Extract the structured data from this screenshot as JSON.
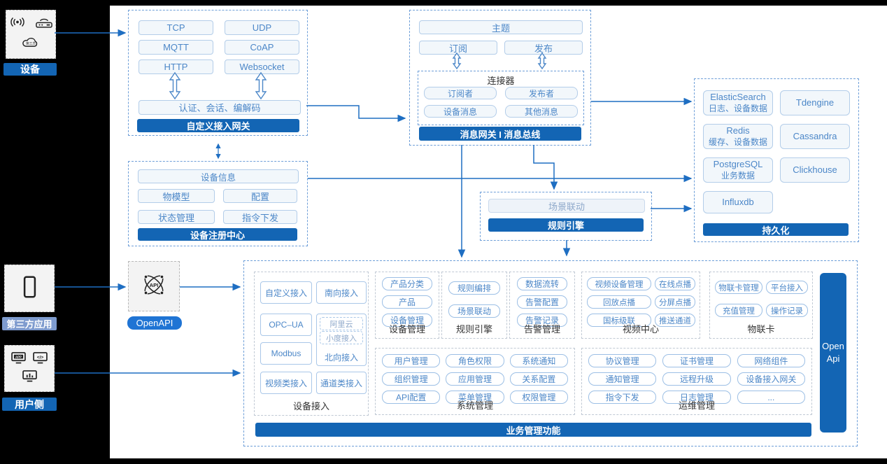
{
  "palette": {
    "accent": "#1365b4",
    "arrow": "#1e6ec2",
    "chip_text": "#4c87c8"
  },
  "left_rail": {
    "device": {
      "label": "设备",
      "cloud_text": "第三方"
    },
    "third_party": {
      "label": "第三方应用"
    },
    "user_side": {
      "label": "用户侧",
      "app_text": "APP",
      "code_text": "</>"
    }
  },
  "access_gateway": {
    "protocols": [
      "TCP",
      "UDP",
      "MQTT",
      "CoAP",
      "HTTP",
      "Websocket"
    ],
    "session": "认证、会话、编解码",
    "title": "自定义接入网关"
  },
  "message_bus": {
    "topic": "主题",
    "subscribe": "订阅",
    "publish": "发布",
    "connector_title": "连接器",
    "connector_items": [
      "订阅者",
      "发布者",
      "设备消息",
      "其他消息"
    ],
    "title": "消息网关 I 消息总线"
  },
  "registry": {
    "device_info": "设备信息",
    "items": [
      "物模型",
      "配置",
      "状态管理",
      "指令下发"
    ],
    "title": "设备注册中心"
  },
  "rule_engine_box": {
    "scene": "场景联动",
    "title": "规则引擎"
  },
  "persistence": {
    "stores": [
      {
        "name": "ElasticSearch",
        "desc": "日志、设备数据"
      },
      {
        "name": "Tdengine",
        "desc": ""
      },
      {
        "name": "Redis",
        "desc": "缓存、设备数据"
      },
      {
        "name": "Cassandra",
        "desc": ""
      },
      {
        "name": "PostgreSQL",
        "desc": "业务数据"
      },
      {
        "name": "Clickhouse",
        "desc": ""
      },
      {
        "name": "Influxdb",
        "desc": ""
      }
    ],
    "title": "持久化"
  },
  "openapi": {
    "label": "OpenAPI",
    "icon_text": "API"
  },
  "business": {
    "device_access": {
      "col1": [
        "自定义接入",
        "OPC–UA",
        "Modbus",
        "视频类接入"
      ],
      "south": "南向接入",
      "aliyun": "阿里云",
      "xiaodu": "小度接入",
      "north": "北向接入",
      "channel": "通道类接入",
      "label": "设备接入"
    },
    "device_mgmt": {
      "items": [
        "产品分类",
        "产品",
        "设备管理"
      ],
      "label": "设备管理"
    },
    "rule_engine": {
      "items": [
        "规则编排",
        "场景联动"
      ],
      "label": "规则引擎"
    },
    "alarm": {
      "items": [
        "数据流转",
        "告警配置",
        "告警记录"
      ],
      "label": "告警管理"
    },
    "video": {
      "items": [
        "视频设备管理",
        "在线点播",
        "回放点播",
        "分屏点播",
        "国标级联",
        "推送通道"
      ],
      "label": "视频中心"
    },
    "iot_card": {
      "items": [
        "物联卡管理",
        "平台接入",
        "充值管理",
        "操作记录"
      ],
      "label": "物联卡"
    },
    "system": {
      "items": [
        "用户管理",
        "角色权限",
        "系统通知",
        "组织管理",
        "应用管理",
        "关系配置",
        "API配置",
        "菜单管理",
        "权限管理"
      ],
      "label": "系统管理"
    },
    "ops": {
      "items": [
        "协议管理",
        "证书管理",
        "网络组件",
        "通知管理",
        "远程升级",
        "设备接入网关",
        "指令下发",
        "日志管理",
        "..."
      ],
      "label": "运维管理"
    },
    "open_api": "Open Api",
    "title": "业务管理功能"
  }
}
